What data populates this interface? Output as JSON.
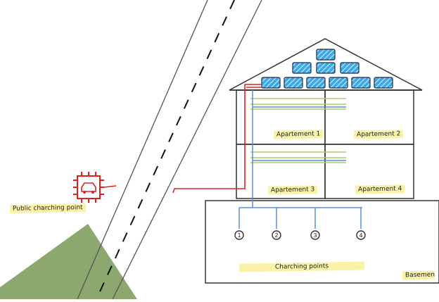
{
  "labels": {
    "apartment_1": "Apartement 1",
    "apartment_2": "Apartement 2",
    "apartment_3": "Apartement 3",
    "apartment_4": "Apartement 4",
    "public_charging_point": "Public charching point",
    "charging_points": "Charching points",
    "basement": "Basemen"
  },
  "charging_point_numbers": [
    "1",
    "2",
    "3",
    "4"
  ],
  "icons": {
    "car_chip": "car-chip-icon",
    "solar_panel": "solar-panel-icon"
  },
  "colors": {
    "red_line": "#e02020",
    "blue_line": "#5b8dd9",
    "green_line": "#a8cf6a",
    "solar_fill": "#3fa9e8",
    "ground": "#7f9f5e",
    "note": "#faf2a8"
  }
}
